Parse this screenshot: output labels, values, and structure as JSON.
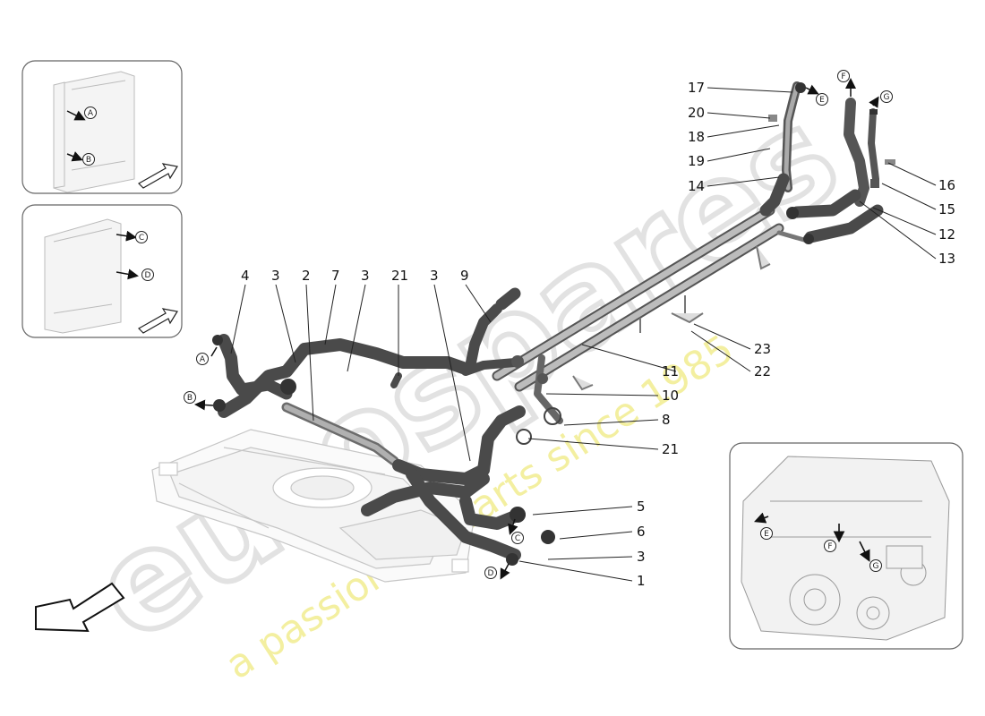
{
  "watermark": {
    "brand": "eurospares",
    "tagline": "a passion for parts since 1985"
  },
  "connection_letters": [
    "A",
    "B",
    "C",
    "D",
    "E",
    "F",
    "G"
  ],
  "callouts": [
    {
      "id": "c17",
      "label": "17"
    },
    {
      "id": "c20",
      "label": "20"
    },
    {
      "id": "c18",
      "label": "18"
    },
    {
      "id": "c19",
      "label": "19"
    },
    {
      "id": "c14",
      "label": "14"
    },
    {
      "id": "c16",
      "label": "16"
    },
    {
      "id": "c15",
      "label": "15"
    },
    {
      "id": "c12",
      "label": "12"
    },
    {
      "id": "c13",
      "label": "13"
    },
    {
      "id": "c4",
      "label": "4"
    },
    {
      "id": "c3a",
      "label": "3"
    },
    {
      "id": "c2",
      "label": "2"
    },
    {
      "id": "c7",
      "label": "7"
    },
    {
      "id": "c3b",
      "label": "3"
    },
    {
      "id": "c21a",
      "label": "21"
    },
    {
      "id": "c3c",
      "label": "3"
    },
    {
      "id": "c9",
      "label": "9"
    },
    {
      "id": "c23",
      "label": "23"
    },
    {
      "id": "c22",
      "label": "22"
    },
    {
      "id": "c11",
      "label": "11"
    },
    {
      "id": "c10",
      "label": "10"
    },
    {
      "id": "c8",
      "label": "8"
    },
    {
      "id": "c21b",
      "label": "21"
    },
    {
      "id": "c5",
      "label": "5"
    },
    {
      "id": "c6",
      "label": "6"
    },
    {
      "id": "c3d",
      "label": "3"
    },
    {
      "id": "c1",
      "label": "1"
    }
  ],
  "colors": {
    "hose_dark": "#5a5a5a",
    "hose_light": "#9a9a9a",
    "frame_gray": "#c8c8c8",
    "watermark_gray": "#e6e6e6",
    "watermark_yellow": "#f4f0a0",
    "border": "#666666"
  }
}
